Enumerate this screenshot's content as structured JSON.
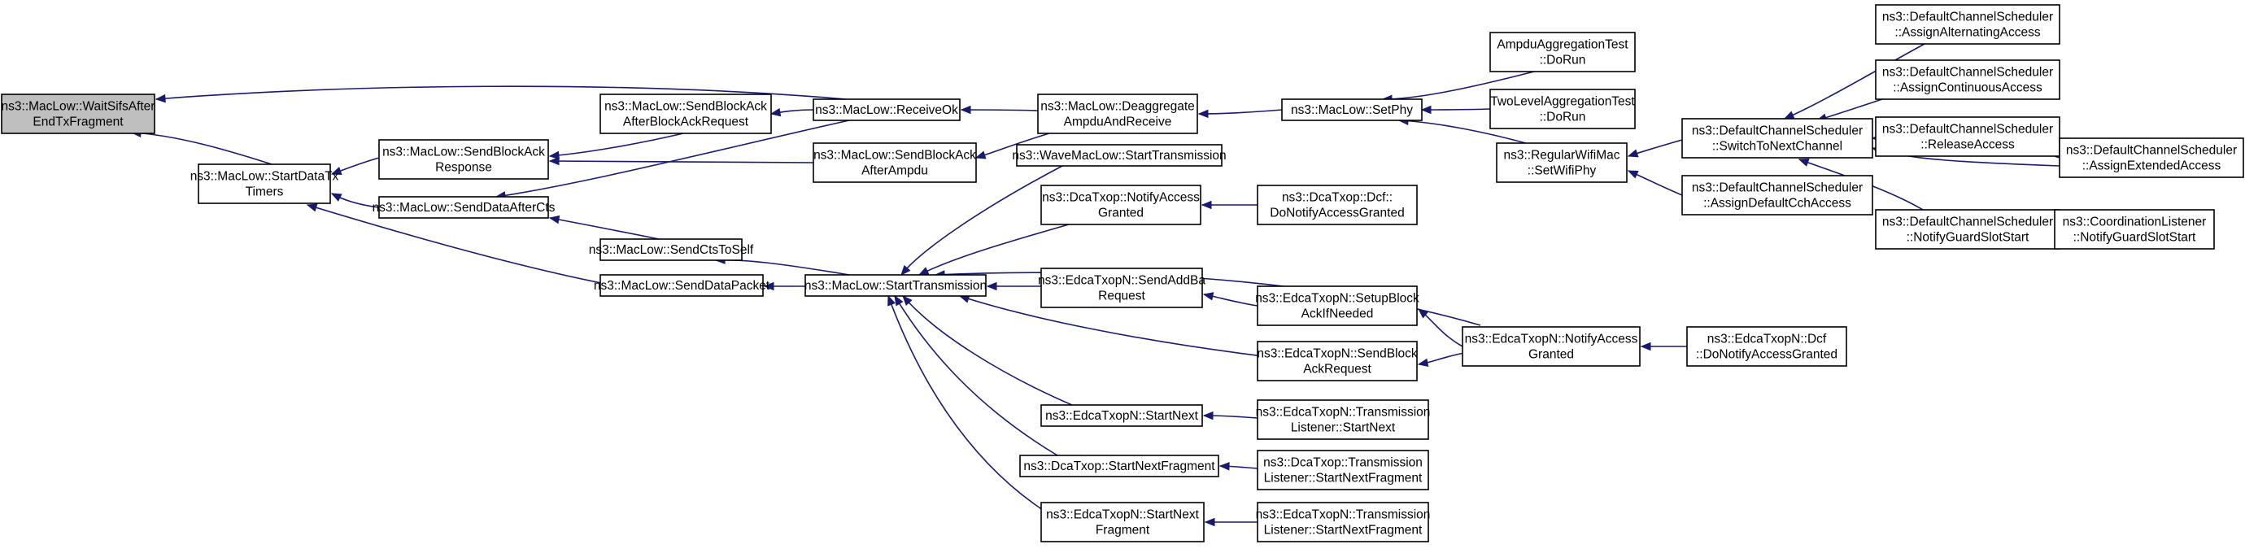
{
  "nodes": {
    "n0": [
      "ns3::MacLow::WaitSifsAfter",
      "EndTxFragment"
    ],
    "n1": [
      "ns3::MacLow::StartDataTx",
      "Timers"
    ],
    "n2": [
      "ns3::MacLow::SendBlockAck",
      "AfterBlockAckRequest"
    ],
    "n3": [
      "ns3::MacLow::ReceiveOk"
    ],
    "n4": [
      "ns3::MacLow::Deaggregate",
      "AmpduAndReceive"
    ],
    "n5": [
      "ns3::MacLow::SetPhy"
    ],
    "n6": [
      "AmpduAggregationTest",
      "::DoRun"
    ],
    "n7": [
      "TwoLevelAggregationTest",
      "::DoRun"
    ],
    "n8": [
      "ns3::RegularWifiMac",
      "::SetWifiPhy"
    ],
    "n9": [
      "ns3::DefaultChannelScheduler",
      "::SwitchToNextChannel"
    ],
    "n10": [
      "ns3::DefaultChannelScheduler",
      "::AssignAlternatingAccess"
    ],
    "n11": [
      "ns3::DefaultChannelScheduler",
      "::AssignContinuousAccess"
    ],
    "n12": [
      "ns3::DefaultChannelScheduler",
      "::ReleaseAccess"
    ],
    "n13": [
      "ns3::DefaultChannelScheduler",
      "::AssignExtendedAccess"
    ],
    "n14": [
      "ns3::DefaultChannelScheduler",
      "::NotifyGuardSlotStart"
    ],
    "n15": [
      "ns3::CoordinationListener",
      "::NotifyGuardSlotStart"
    ],
    "n16": [
      "ns3::DefaultChannelScheduler",
      "::AssignDefaultCchAccess"
    ],
    "n17": [
      "ns3::MacLow::SendBlockAck",
      "Response"
    ],
    "n18": [
      "ns3::MacLow::SendBlockAck",
      "AfterAmpdu"
    ],
    "n19": [
      "ns3::MacLow::SendDataAfterCts"
    ],
    "n20": [
      "ns3::MacLow::SendCtsToSelf"
    ],
    "n21": [
      "ns3::MacLow::SendDataPacket"
    ],
    "n22": [
      "ns3::MacLow::StartTransmission"
    ],
    "n23": [
      "ns3::WaveMacLow::StartTransmission"
    ],
    "n24": [
      "ns3::DcaTxop::NotifyAccess",
      "Granted"
    ],
    "n25": [
      "ns3::DcaTxop::Dcf::",
      "DoNotifyAccessGranted"
    ],
    "n26": [
      "ns3::EdcaTxopN::SendAddBa",
      "Request"
    ],
    "n27": [
      "ns3::EdcaTxopN::SetupBlock",
      "AckIfNeeded"
    ],
    "n28": [
      "ns3::EdcaTxopN::NotifyAccess",
      "Granted"
    ],
    "n29": [
      "ns3::EdcaTxopN::Dcf",
      "::DoNotifyAccessGranted"
    ],
    "n30": [
      "ns3::EdcaTxopN::SendBlock",
      "AckRequest"
    ],
    "n31": [
      "ns3::EdcaTxopN::StartNext"
    ],
    "n32": [
      "ns3::EdcaTxopN::Transmission",
      "Listener::StartNext"
    ],
    "n33": [
      "ns3::DcaTxop::StartNextFragment"
    ],
    "n34": [
      "ns3::DcaTxop::Transmission",
      "Listener::StartNextFragment"
    ],
    "n35": [
      "ns3::EdcaTxopN::StartNext",
      "Fragment"
    ],
    "n36": [
      "ns3::EdcaTxopN::Transmission",
      "Listener::StartNextFragment"
    ]
  }
}
